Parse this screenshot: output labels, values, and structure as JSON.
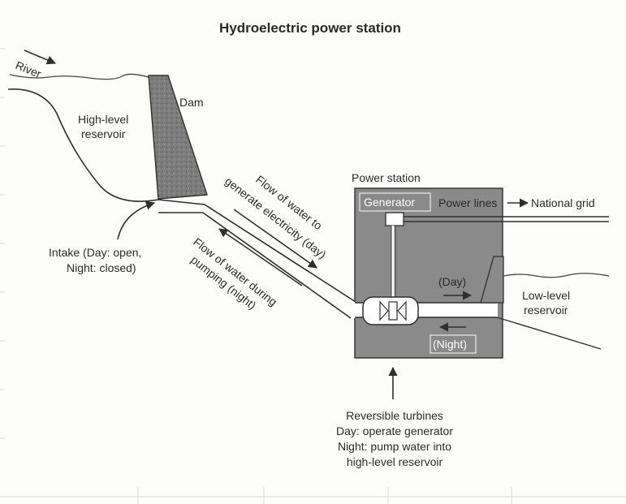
{
  "title": "Hydroelectric power station",
  "labels": {
    "river": "River",
    "dam": "Dam",
    "high_reservoir_1": "High-level",
    "high_reservoir_2": "reservoir",
    "intake_1": "Intake (Day: open,",
    "intake_2": "Night: closed)",
    "flow_day_1": "Flow of water to",
    "flow_day_2": "generate electricity (day)",
    "flow_night_1": "Flow of water during",
    "flow_night_2": "pumping (night)",
    "power_station": "Power station",
    "generator": "Generator",
    "power_lines": "Power lines",
    "national_grid": "National grid",
    "day": "(Day)",
    "night": "(Night)",
    "low_reservoir_1": "Low-level",
    "low_reservoir_2": "reservoir",
    "turbines_1": "Reversible turbines",
    "turbines_2": "Day: operate generator",
    "turbines_3": "Night: pump water into",
    "turbines_4": "high-level reservoir"
  },
  "colors": {
    "station_fill": "#8a8a8a",
    "dam_fill": "#7c7c7c",
    "line": "#2f2f2f"
  }
}
